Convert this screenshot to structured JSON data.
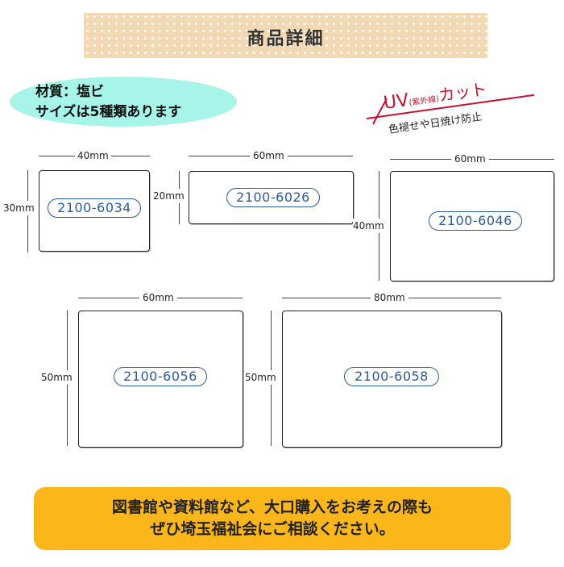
{
  "header": {
    "title": "商品詳細"
  },
  "spec": {
    "material": "材質：塩ビ",
    "sizes": "サイズは5種類あります"
  },
  "uv": {
    "label_main": "UV",
    "label_small": "(紫外線)",
    "label_cut": "カット",
    "sub": "色褪せや日焼け防止"
  },
  "plates": [
    {
      "code": "2100-6034",
      "width_label": "40mm",
      "height_label": "30mm"
    },
    {
      "code": "2100-6026",
      "width_label": "60mm",
      "height_label": "20mm"
    },
    {
      "code": "2100-6046",
      "width_label": "60mm",
      "height_label": "40mm"
    },
    {
      "code": "2100-6056",
      "width_label": "60mm",
      "height_label": "50mm"
    },
    {
      "code": "2100-6058",
      "width_label": "80mm",
      "height_label": "50mm"
    }
  ],
  "note": {
    "line1": "図書館や資料館など、大口購入をお考えの際も",
    "line2": "ぜひ埼玉福祉会にご相談ください。"
  }
}
